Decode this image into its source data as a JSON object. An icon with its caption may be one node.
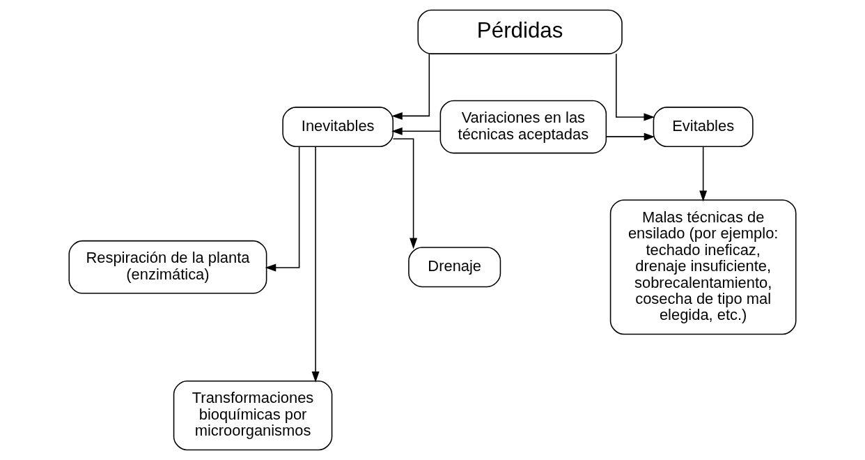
{
  "diagram": {
    "nodes": [
      {
        "text": [
          "Pérdidas"
        ]
      },
      {
        "text": [
          "Inevitables"
        ]
      },
      {
        "text": [
          "Variaciones en las técnicas aceptadas"
        ]
      },
      {
        "text": [
          "Evitables"
        ]
      },
      {
        "text": [
          "Respiración de la planta (enzimática)"
        ]
      },
      {
        "text": [
          "Transformaciones bioquímicas por microorganismos"
        ]
      },
      {
        "text": [
          "Drenaje"
        ]
      },
      {
        "text": [
          "Malas técnicas de ensilado (por ejemplo: techado ineficaz, drenaje insuficiente, sobrecalentamiento, cosecha de tipo mal elegida, etc.)"
        ]
      }
    ],
    "edges": [
      {
        "from": 0,
        "to": 1,
        "arrow": "to"
      },
      {
        "from": 0,
        "to": 3,
        "arrow": "to"
      },
      {
        "from": 2,
        "to": 1,
        "arrow": "to"
      },
      {
        "from": 2,
        "to": 3,
        "arrow": "to"
      },
      {
        "from": 1,
        "to": 4,
        "arrow": "to"
      },
      {
        "from": 1,
        "to": 6,
        "arrow": "to"
      },
      {
        "from": 1,
        "to": 5,
        "arrow": "to"
      },
      {
        "from": 3,
        "to": 7,
        "arrow": "to"
      }
    ]
  }
}
